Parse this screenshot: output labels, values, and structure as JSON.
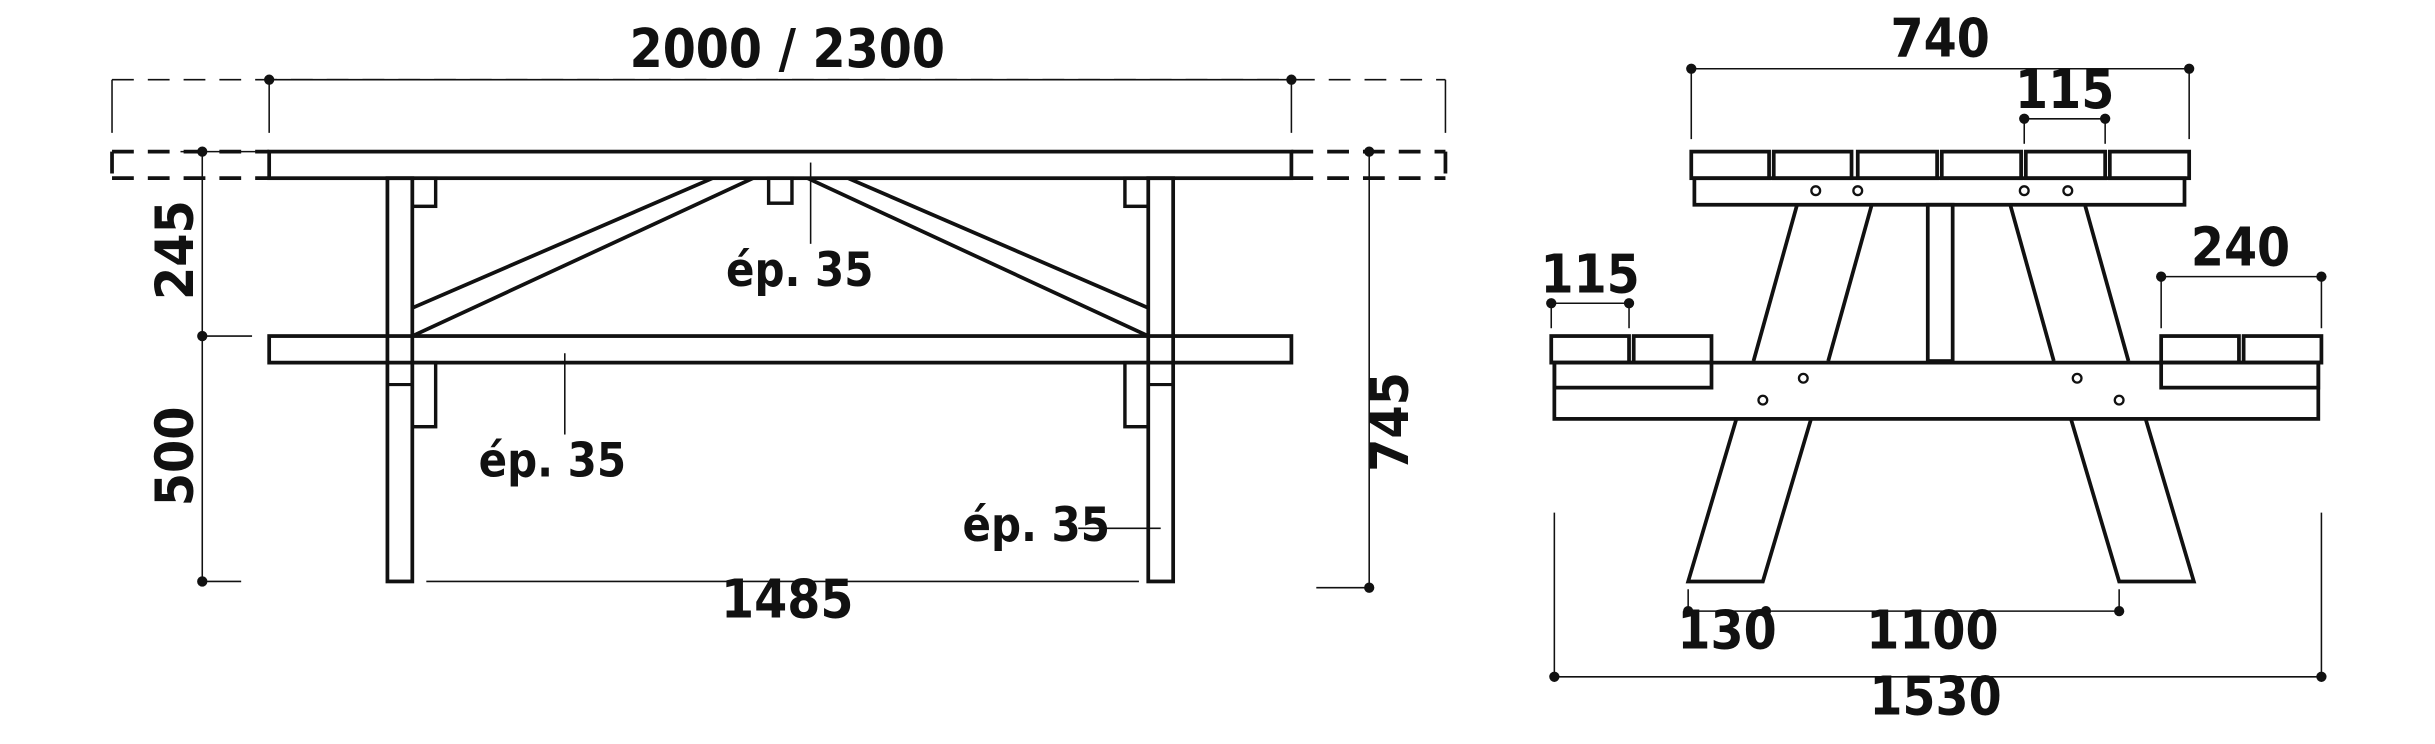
{
  "side_view": {
    "length": "2000 / 2300",
    "top_height": "245",
    "seat_height": "500",
    "total_height": "745",
    "inner_span": "1485",
    "thickness_brace": "ép. 35",
    "thickness_seat": "ép. 35",
    "thickness_leg": "ép. 35"
  },
  "end_view": {
    "top_width": "740",
    "top_board": "115",
    "seat_board": "115",
    "seat_width": "240",
    "leg_offset": "130",
    "foot_span": "1100",
    "overall_width": "1530"
  }
}
